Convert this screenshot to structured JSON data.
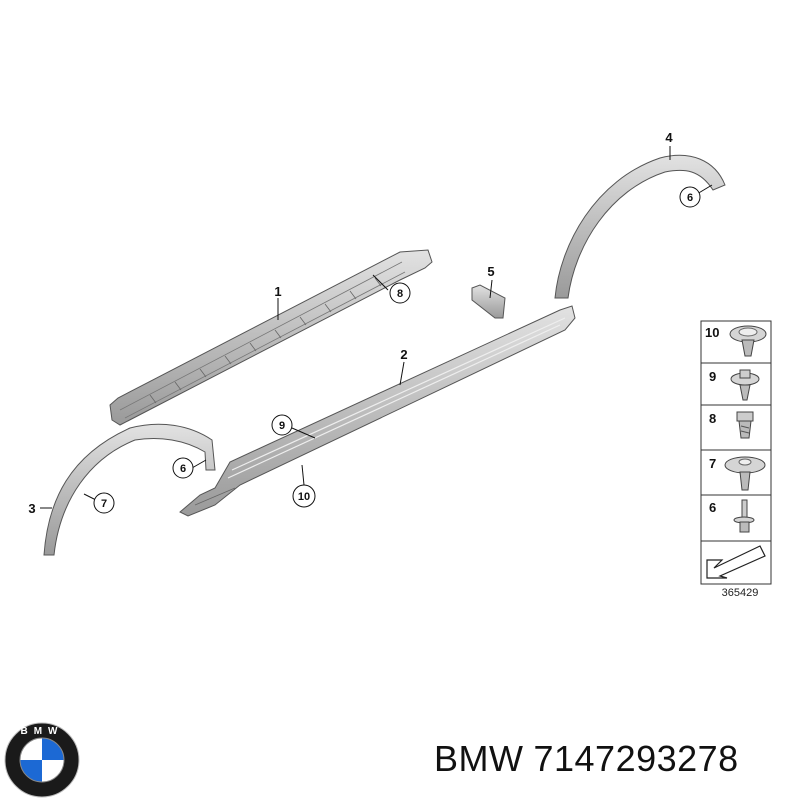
{
  "callouts": {
    "p1": "1",
    "p2": "2",
    "p3": "3",
    "p4": "4",
    "p5": "5",
    "c6a": "6",
    "c6b": "6",
    "c7": "7",
    "c8": "8",
    "c9": "9",
    "c10": "10"
  },
  "legend": {
    "items": [
      "10",
      "9",
      "8",
      "7",
      "6"
    ],
    "code": "365429"
  },
  "brand": {
    "logo_letters": "BMW",
    "name": "BMW",
    "part_number": "7147293278"
  },
  "colors": {
    "part_fill": "#c8c8c8",
    "part_dark": "#8a8a8a",
    "logo_blue": "#1c69d4",
    "logo_ring": "#1a1a1a"
  }
}
